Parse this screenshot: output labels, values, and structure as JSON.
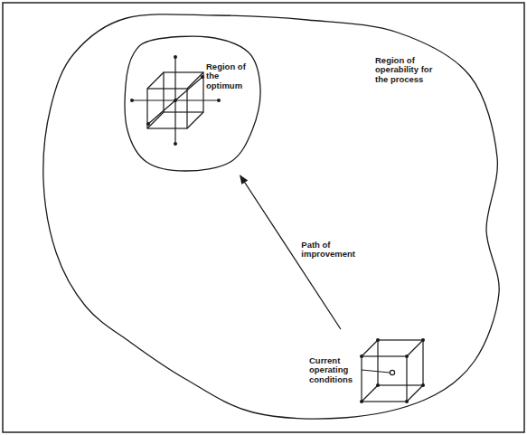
{
  "diagram": {
    "nodes": [
      {
        "text": [
          "Region of operability for the process"
        ]
      },
      {
        "text": [
          "Region of the optimum"
        ],
        "in": 0
      },
      {
        "text": [
          "Current operating conditions"
        ],
        "in": 0
      }
    ],
    "edges": [
      {
        "from": 2,
        "to": 1,
        "label": "Path of improvement",
        "arrow": "to"
      }
    ]
  }
}
